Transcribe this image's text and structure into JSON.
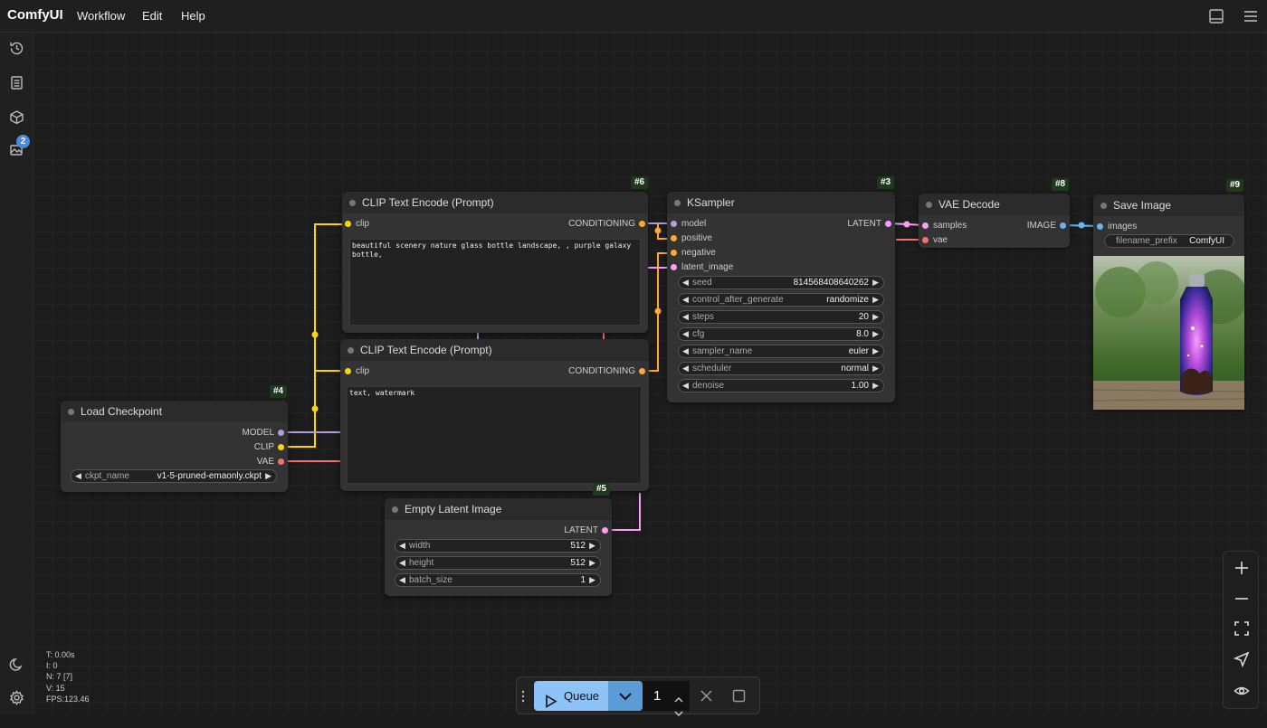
{
  "app": {
    "title": "ComfyUI"
  },
  "menu": {
    "workflow": "Workflow",
    "edit": "Edit",
    "help": "Help"
  },
  "sidebar": {
    "badge_count": "2",
    "icons": [
      "history-icon",
      "document-icon",
      "cube-icon",
      "images-icon",
      "moon-icon",
      "settings-icon"
    ]
  },
  "colors": {
    "clip": "#ffd500",
    "conditioning": "#ffa931",
    "model": "#b39ddb",
    "vae": "#ff6e6e",
    "latent": "#ff9cf9",
    "image": "#64b5f6",
    "queue_button": "#8ec3f7"
  },
  "nodes": {
    "clip_pos": {
      "id": "#6",
      "title": "CLIP Text Encode (Prompt)",
      "input_clip": "clip",
      "output": "CONDITIONING",
      "text": "beautiful scenery nature glass bottle landscape, , purple galaxy bottle,"
    },
    "clip_neg": {
      "id": "#7",
      "title": "CLIP Text Encode (Prompt)",
      "input_clip": "clip",
      "output": "CONDITIONING",
      "text": "text, watermark"
    },
    "ksampler": {
      "id": "#3",
      "title": "KSampler",
      "inputs": [
        "model",
        "positive",
        "negative",
        "latent_image"
      ],
      "output": "LATENT",
      "widgets": [
        {
          "name": "seed",
          "value": "814568408640262"
        },
        {
          "name": "control_after_generate",
          "value": "randomize"
        },
        {
          "name": "steps",
          "value": "20"
        },
        {
          "name": "cfg",
          "value": "8.0"
        },
        {
          "name": "sampler_name",
          "value": "euler"
        },
        {
          "name": "scheduler",
          "value": "normal"
        },
        {
          "name": "denoise",
          "value": "1.00"
        }
      ]
    },
    "vae_decode": {
      "id": "#8",
      "title": "VAE Decode",
      "inputs": [
        "samples",
        "vae"
      ],
      "output": "IMAGE"
    },
    "save_image": {
      "id": "#9",
      "title": "Save Image",
      "input": "images",
      "widget_name": "filename_prefix",
      "widget_value": "ComfyUI"
    },
    "load_checkpoint": {
      "id": "#4",
      "title": "Load Checkpoint",
      "outputs": [
        "MODEL",
        "CLIP",
        "VAE"
      ],
      "widget_name": "ckpt_name",
      "widget_value": "v1-5-pruned-emaonly.ckpt"
    },
    "empty_latent": {
      "id": "#5",
      "title": "Empty Latent Image",
      "output": "LATENT",
      "widgets": [
        {
          "name": "width",
          "value": "512"
        },
        {
          "name": "height",
          "value": "512"
        },
        {
          "name": "batch_size",
          "value": "1"
        }
      ]
    }
  },
  "stats": {
    "t": "T: 0.00s",
    "i": "I: 0",
    "n": "N: 7 [7]",
    "v": "V: 15",
    "fps": "FPS:123.46"
  },
  "queue": {
    "label": "Queue",
    "count": "1"
  }
}
